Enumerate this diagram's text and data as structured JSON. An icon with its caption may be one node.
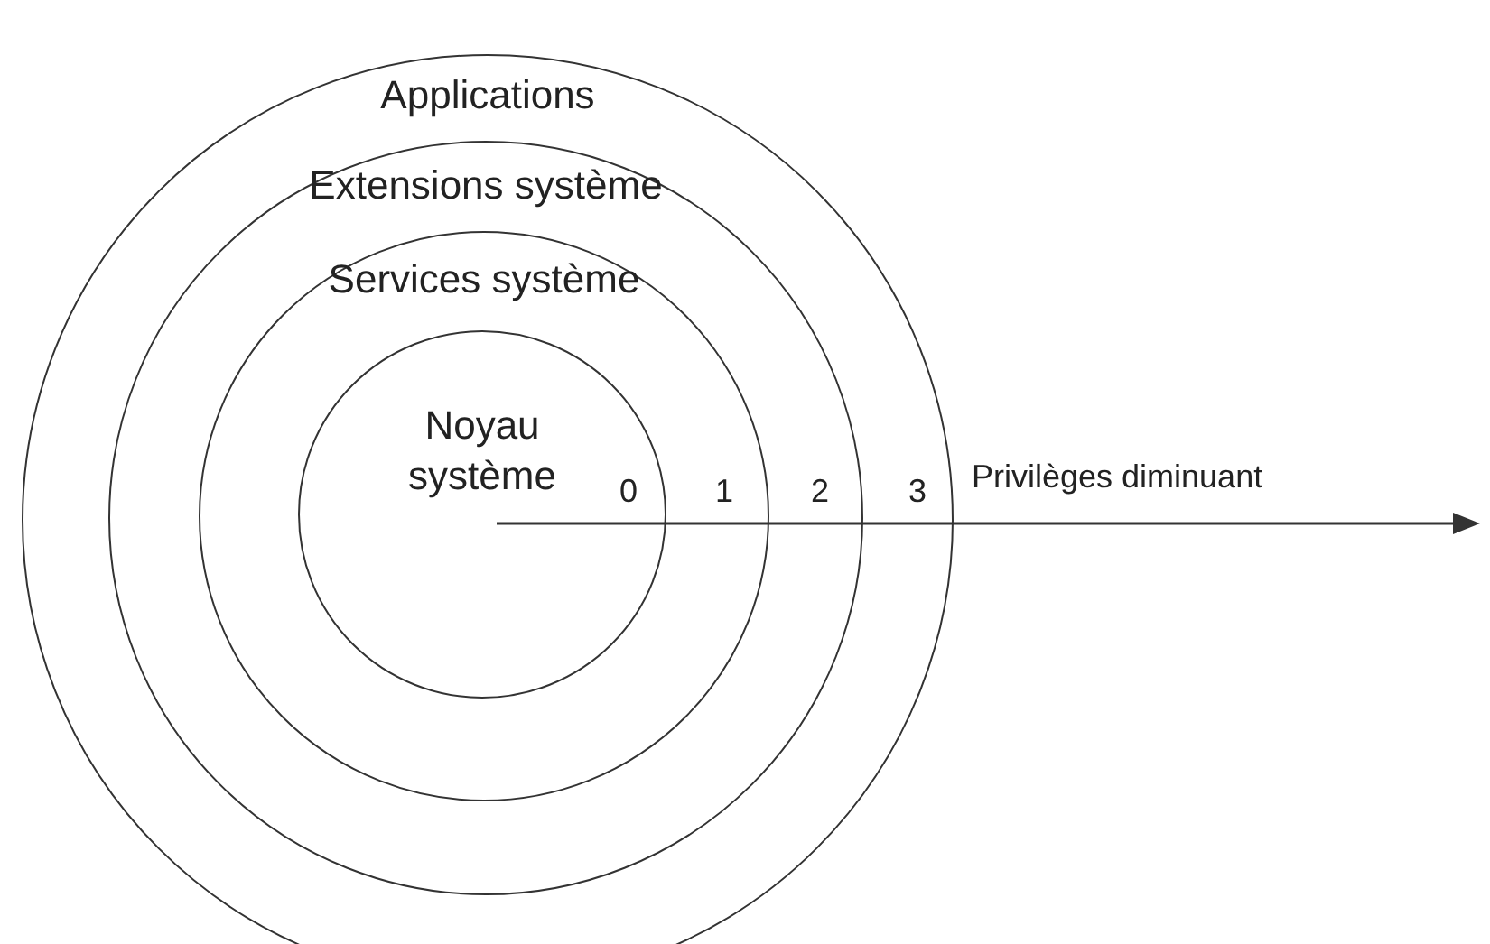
{
  "diagram": {
    "nodes": [
      {
        "text": [
          "Applications"
        ]
      },
      {
        "text": [
          "Extensions système"
        ],
        "in": 0
      },
      {
        "text": [
          "Services système"
        ],
        "in": 1
      },
      {
        "text": [
          "Noyau système"
        ],
        "in": 2
      }
    ],
    "labels": [
      "0",
      "1",
      "2",
      "3",
      "Privilèges diminuant"
    ]
  }
}
